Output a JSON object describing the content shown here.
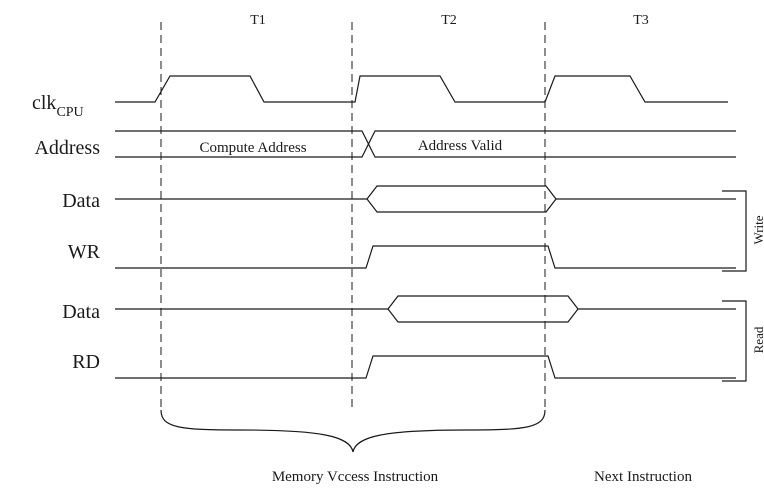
{
  "periods": [
    "T1",
    "T2",
    "T3"
  ],
  "signals": {
    "clk_main": "clk",
    "clk_sub": "CPU",
    "address": "Address",
    "data_write": "Data",
    "wr": "WR",
    "data_read": "Data",
    "rd": "RD"
  },
  "bus_labels": {
    "compute_address": "Compute Address",
    "address_valid": "Address Valid"
  },
  "groups": {
    "write": "Write",
    "read": "Read"
  },
  "phases": {
    "memory_access": "Memory Vccess Instruction",
    "next": "Next Instruction"
  }
}
